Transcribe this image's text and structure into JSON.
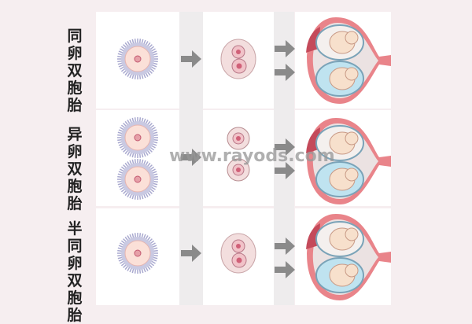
{
  "rows": [
    {
      "label": "同卵双胞胎"
    },
    {
      "label": "异卵双胞胎"
    },
    {
      "label": "半同卵双胞胎"
    }
  ],
  "watermark": "www.rayods.com",
  "colors": {
    "background": "#f6eef0",
    "arrow": "#8a8a8a",
    "uterus": "#e07a80",
    "amnion": "#bfe3f0"
  }
}
